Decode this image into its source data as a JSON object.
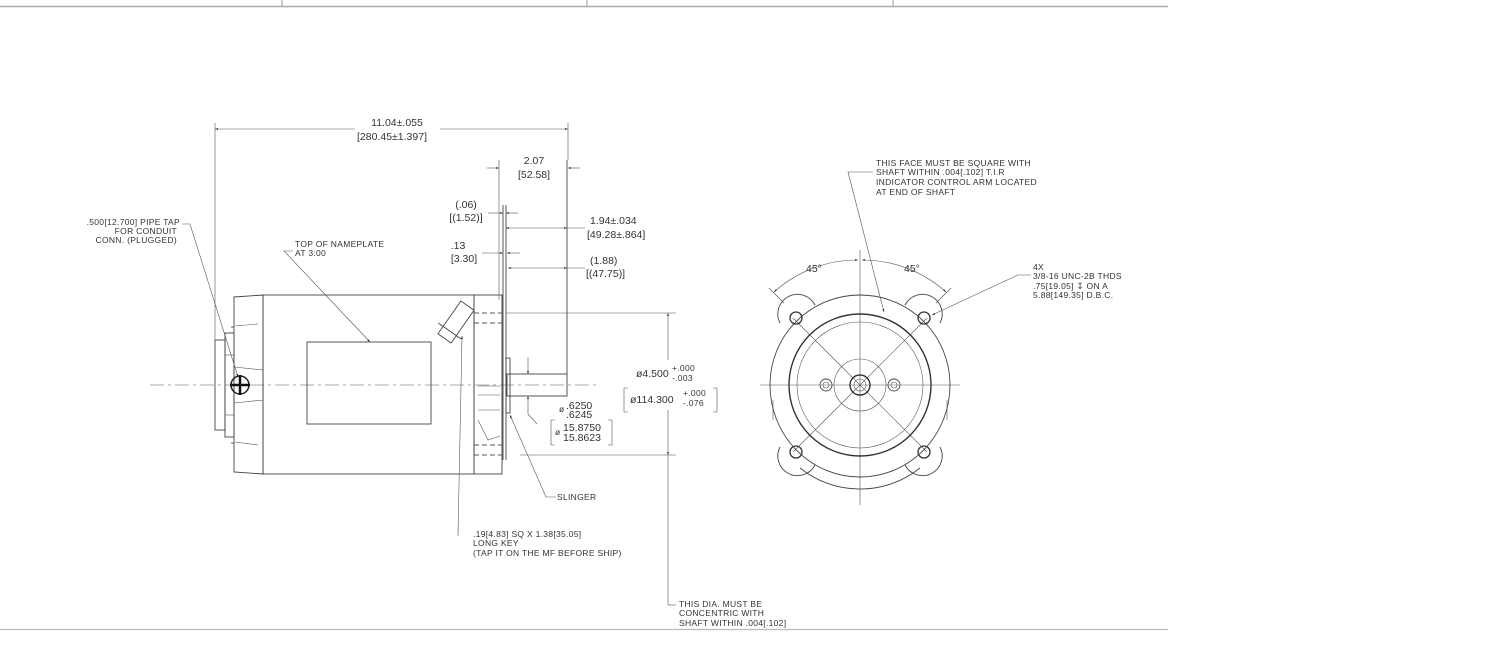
{
  "title_block": {
    "cells": [
      "",
      "",
      "",
      ""
    ]
  },
  "side_view": {
    "overall_length": {
      "in": "11.04±.055",
      "mm": "[280.45±1.397]"
    },
    "shaft_extension": {
      "in": "2.07",
      "mm": "[52.58]"
    },
    "slinger_gap": {
      "in": "(.06)",
      "mm": "[(1.52)]"
    },
    "key_length": {
      "in": "1.94±.034",
      "mm": "[49.28±.864]"
    },
    "face_offset": {
      "in": ".13",
      "mm": "[3.30]"
    },
    "usable_shaft": {
      "in": "(1.88)",
      "mm": "[(47.75)]"
    },
    "pilot_diameter": {
      "in_base": "ø4.500",
      "in_plus": "+.000",
      "in_minus": "-.003",
      "mm_base": "ø114.300",
      "mm_plus": "+.000",
      "mm_minus": "-.076"
    },
    "shaft_diameter": {
      "sym": "ø",
      "in_hi": ".6250",
      "in_lo": ".6245",
      "mm_hi": "15.8750",
      "mm_lo": "15.8623"
    },
    "notes": {
      "pipe_tap": [
        ".500[12.700] PIPE TAP",
        "FOR CONDUIT",
        "CONN. (PLUGGED)"
      ],
      "nameplate": [
        "TOP OF NAMEPLATE",
        "AT 3:00"
      ],
      "slinger": "SLINGER",
      "key": [
        ".19[4.83] SQ X 1.38[35.05]",
        "LONG KEY",
        "(TAP IT ON THE MF BEFORE SHIP)"
      ],
      "concentric": [
        "THIS DIA. MUST BE",
        "CONCENTRIC WITH",
        "SHAFT WITHIN .004[.102]"
      ]
    }
  },
  "end_view": {
    "angle_left": "45°",
    "angle_right": "45°",
    "face_note": [
      "THIS FACE MUST BE SQUARE WITH",
      "SHAFT WITHIN .004[.102] T.I.R",
      "INDICATOR CONTROL ARM LOCATED",
      "AT END OF SHAFT"
    ],
    "thread_note": [
      "4X",
      "3/8-16 UNC-2B THDS",
      ".75[19.05] ↧ ON A",
      "5.88[149.35] D.B.C."
    ]
  }
}
